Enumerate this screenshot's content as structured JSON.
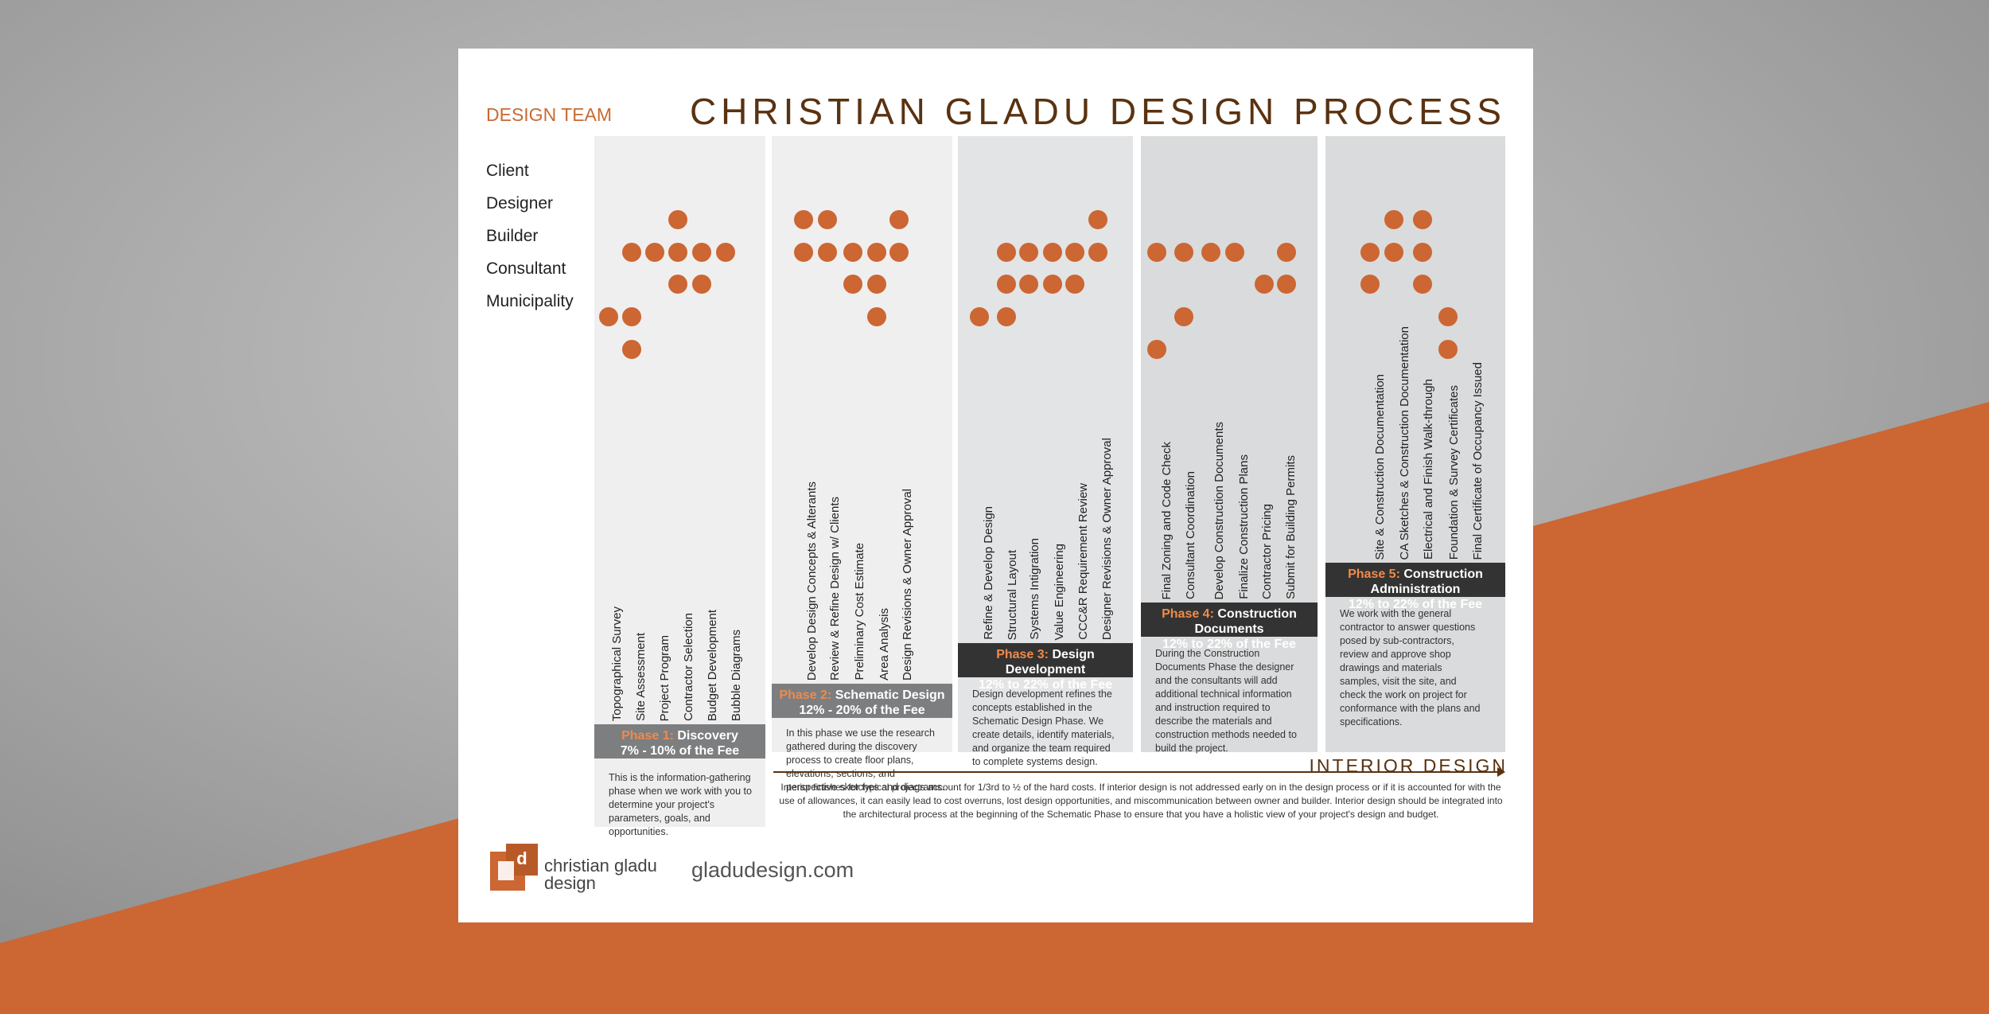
{
  "title": "CHRISTIAN GLADU DESIGN PROCESS",
  "design_team_heading": "DESIGN TEAM",
  "roles": [
    "Client",
    "Designer",
    "Builder",
    "Consultant",
    "Municipality"
  ],
  "colors": {
    "accent": "#cc6633",
    "brown": "#5a3210",
    "phase_label": "#f08a4b",
    "panel_light": "#efefef",
    "panel_mid": "#e3e4e5",
    "panel_dark": "#dadbdc",
    "band_light": "#7d7e80",
    "band_dark": "#333333"
  },
  "phases": [
    {
      "label": "Phase 1:",
      "name": "Discovery",
      "fee": "7% - 10% of the Fee",
      "tasks": [
        "Topographical Survey",
        "Site Assessment",
        "Project Program",
        "Contractor Selection",
        "Budget Development",
        "Bubble Diagrams"
      ],
      "participation": [
        [
          3
        ],
        [
          1,
          2,
          3,
          4,
          5
        ],
        [
          3,
          4
        ],
        [
          0,
          1
        ],
        [
          1
        ]
      ],
      "description": "This is the information-gathering phase when we work with you to determine your project's parameters, goals, and opportunities."
    },
    {
      "label": "Phase 2:",
      "name": "Schematic Design",
      "fee": "12% - 20% of the Fee",
      "tasks": [
        "Develop Design Concepts & Alterants",
        "Review & Refine Design w/ Clients",
        "Preliminary Cost Estimate",
        "Area Analysis",
        "Design Revisions & Owner Approval"
      ],
      "participation": [
        [
          0,
          1,
          4
        ],
        [
          0,
          1,
          2,
          3,
          4
        ],
        [
          2,
          3
        ],
        [
          3
        ],
        []
      ],
      "description": "In this phase we use the research gathered during the discovery process to create floor plans, elevations, sections, and perspective sketches and diagrams."
    },
    {
      "label": "Phase 3:",
      "name": "Design Development",
      "fee": "12% to 22% of the Fee",
      "tasks": [
        "Refine & Develop Design",
        "Structural Layout",
        "Systems Intigration",
        "Value Engineering",
        "CCC&R Requirement Review",
        "Designer Revisions & Owner Approval"
      ],
      "participation": [
        [
          5
        ],
        [
          1,
          2,
          3,
          4,
          5
        ],
        [
          1,
          2,
          3,
          4
        ],
        [
          0,
          1
        ],
        []
      ],
      "description": "Design development refines the concepts established in the Schematic Design Phase. We create details, identify materials, and organize the team required to complete systems design."
    },
    {
      "label": "Phase 4:",
      "name": "Construction Documents",
      "fee": "12% to 22% of the Fee",
      "tasks": [
        "Final Zoning and Code Check",
        "Consultant Coordination",
        "Develop Construction Documents",
        "Finalize Construction Plans",
        "Contractor Pricing",
        "Submit for Building Permits"
      ],
      "participation": [
        [],
        [
          0,
          1,
          2,
          3,
          5
        ],
        [
          4,
          5
        ],
        [
          1
        ],
        [
          0
        ]
      ],
      "description": "During the Construction Documents Phase the designer and the consultants will add additional technical information and instruction required to describe the materials and construction methods needed to build the project."
    },
    {
      "label": "Phase 5:",
      "name": "Construction Administration",
      "fee": "12% to 22% of the Fee",
      "tasks": [
        "Site & Construction Documentation",
        "CA Sketches & Construction Documentation",
        "Electrical and Finish Walk-through",
        "Foundation & Survey Certificates",
        "Final Certificate of Occupancy Issued"
      ],
      "participation": [
        [
          1,
          2
        ],
        [
          0,
          1,
          2
        ],
        [
          0,
          2
        ],
        [
          3
        ],
        [
          3
        ]
      ],
      "description": "We work with the general contractor to answer questions posed by sub-contractors, review and approve shop drawings and materials samples, visit the site, and check the work on project for conformance with the plans and specifications."
    }
  ],
  "interior_design": {
    "label": "INTERIOR DESIGN",
    "text": "Interior finishes for typical projects account for 1/3rd to ½ of the hard costs. If interior design is not addressed early on in the design process or if it is accounted for with the use of allowances, it can easily lead to cost overruns, lost design opportunities, and miscommunication between owner and builder. Interior design should be integrated into the architectural process at the beginning of the Schematic Phase to ensure that you have a holistic view of your project's design and budget."
  },
  "footer": {
    "logo_letter": "d",
    "logo_line1": "christian gladu",
    "logo_line2": "design",
    "website": "gladudesign.com"
  }
}
